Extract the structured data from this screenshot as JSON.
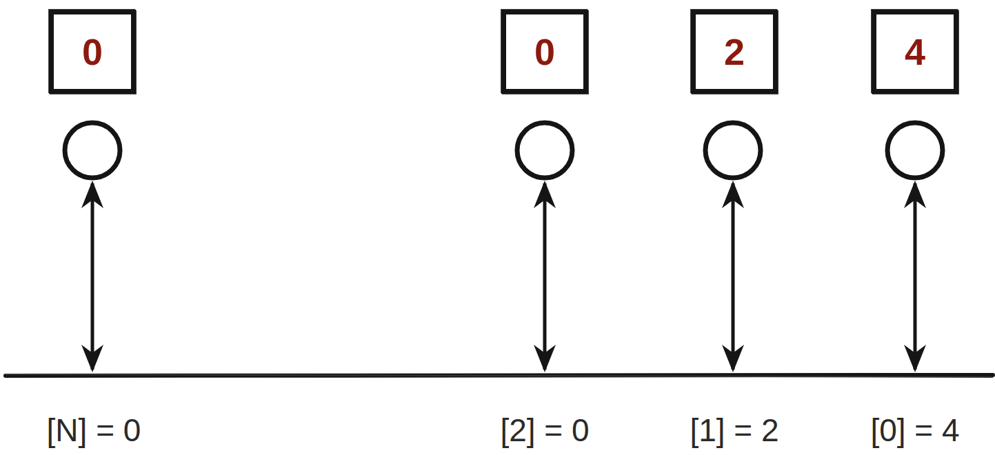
{
  "diagram": {
    "nodes": [
      {
        "text": [
          "0"
        ]
      },
      {
        "text": [
          "0"
        ]
      },
      {
        "text": [
          "2"
        ]
      },
      {
        "text": [
          "4"
        ]
      }
    ],
    "labels": [
      "[N] = 0",
      "[2] = 0",
      "[1] = 2",
      "[0] = 4"
    ]
  }
}
